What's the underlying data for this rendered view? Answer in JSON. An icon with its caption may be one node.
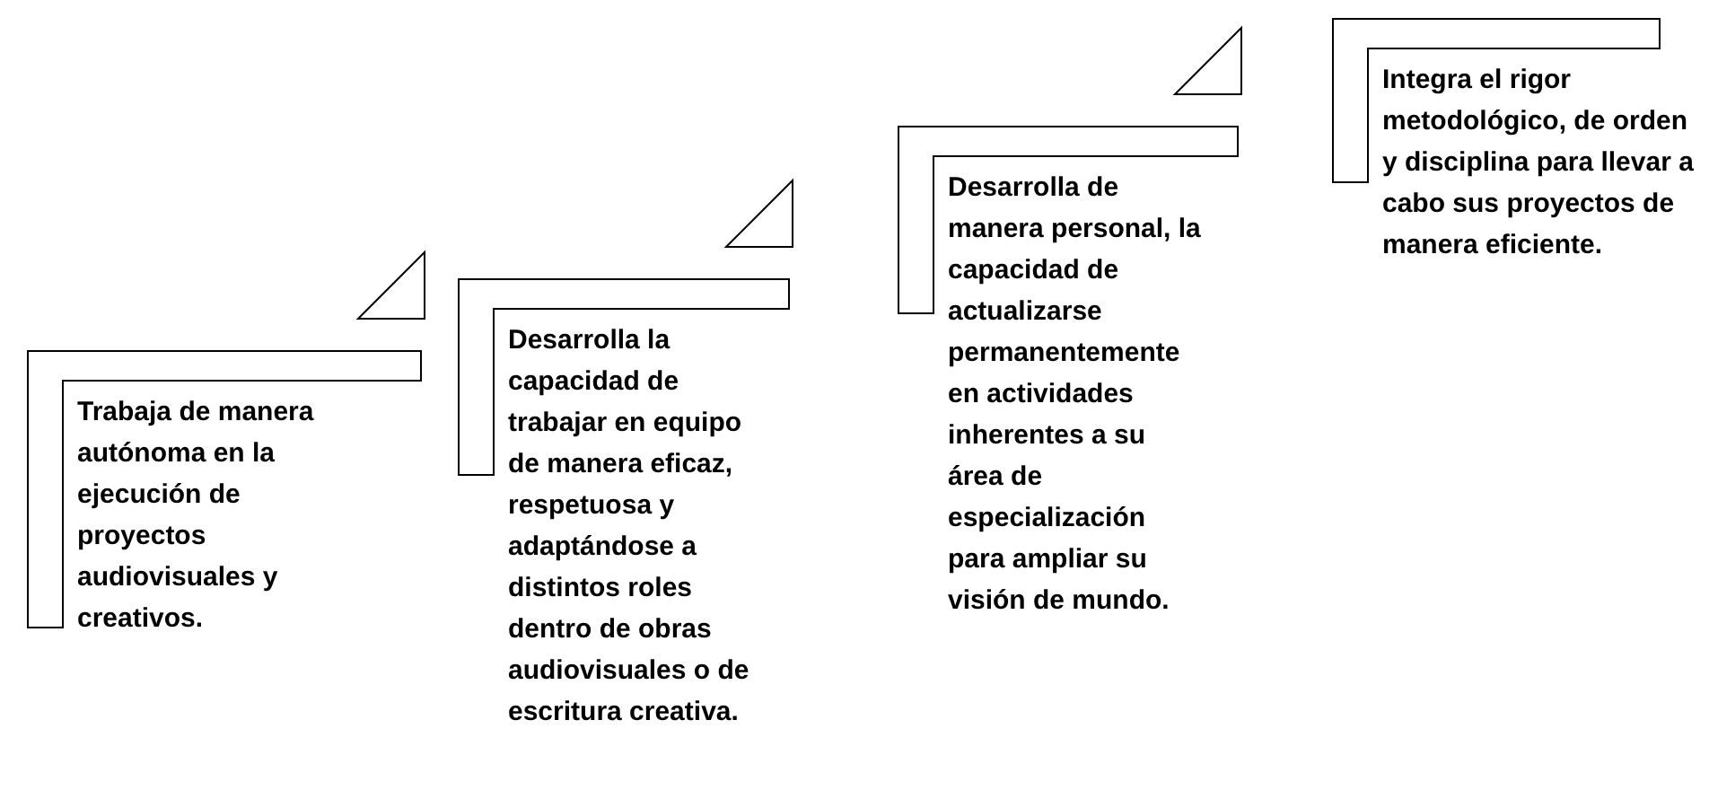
{
  "diagram": {
    "nodes": [
      {
        "text": [
          "Trabaja de manera autónoma en la ejecución de proyectos audiovisuales y creativos."
        ]
      },
      {
        "text": [
          "Desarrolla la capacidad de trabajar en equipo de manera eficaz, respetuosa y adaptándose a distintos roles dentro de obras audiovisuales o de escritura creativa."
        ]
      },
      {
        "text": [
          "Desarrolla de manera personal, la capacidad de actualizarse permanentemente en actividades inherentes a su área de especialización para ampliar su visión de mundo."
        ]
      },
      {
        "text": [
          "Integra el rigor metodológico, de orden y disciplina para llevar a cabo sus proyectos de manera eficiente."
        ]
      }
    ]
  }
}
